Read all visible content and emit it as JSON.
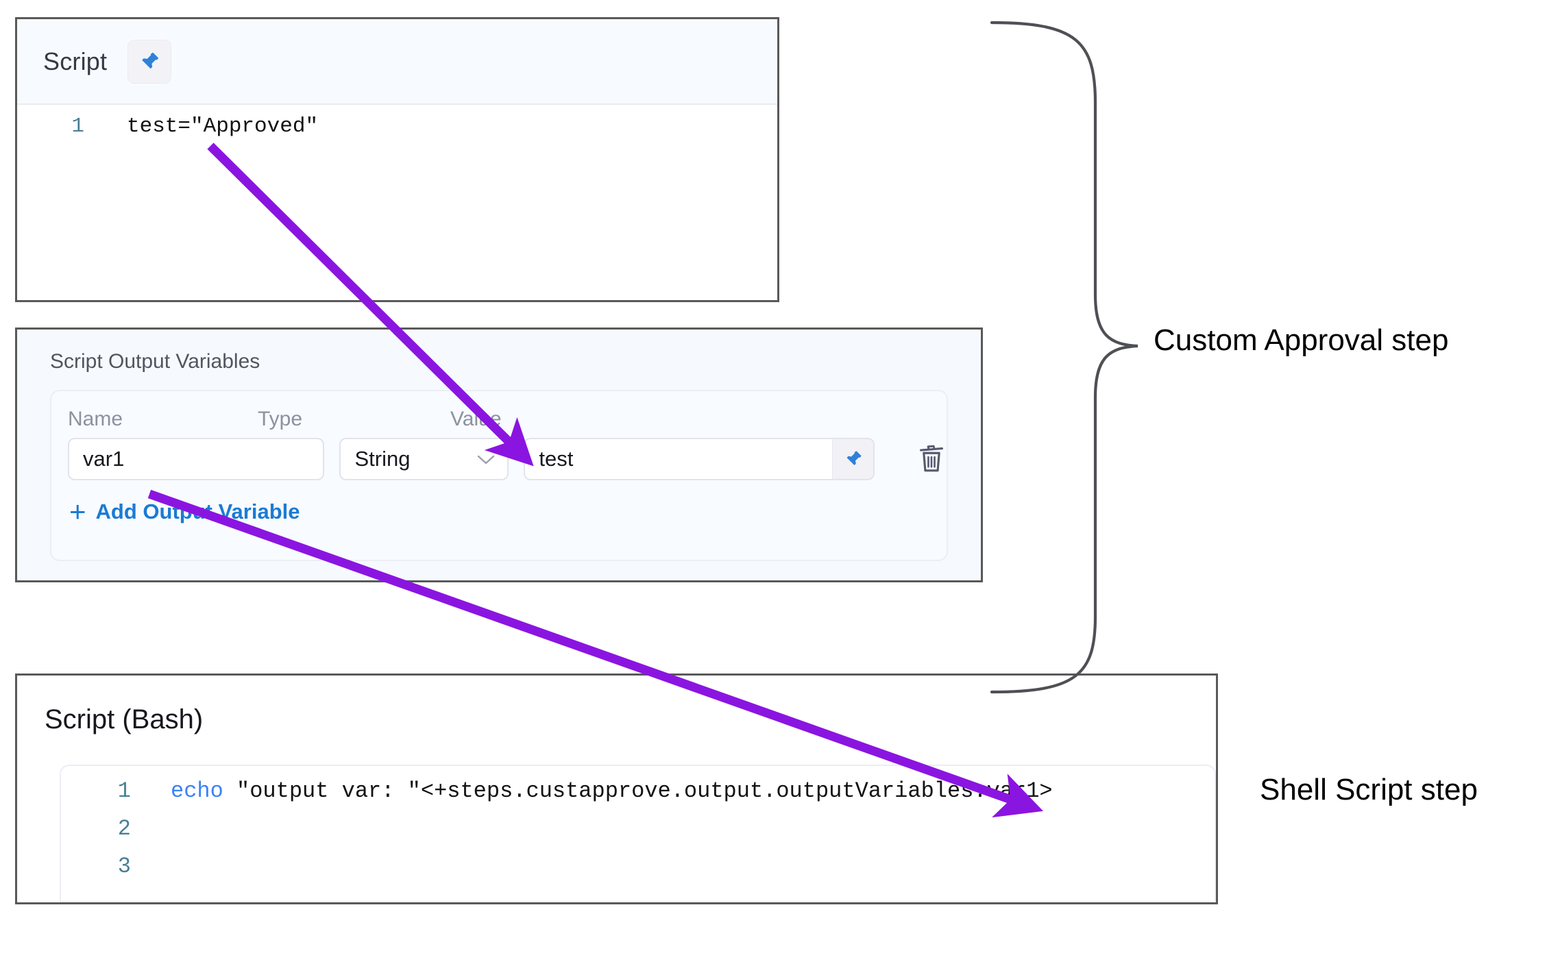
{
  "script_panel": {
    "title": "Script",
    "pin_icon": "pin-icon",
    "code": {
      "lines": [
        {
          "number": "1",
          "text": "test=\"Approved\""
        }
      ]
    }
  },
  "output_variables_panel": {
    "title": "Script Output Variables",
    "columns": {
      "name": "Name",
      "type": "Type",
      "value": "Value"
    },
    "rows": [
      {
        "name": "var1",
        "type": "String",
        "type_chevron_icon": "chevron-down-icon",
        "value": "test",
        "pin_icon": "pin-icon",
        "delete_icon": "trash-icon"
      }
    ],
    "add_variable": {
      "plus": "+",
      "label": "Add Output Variable"
    }
  },
  "bash_panel": {
    "title": "Script (Bash)",
    "code": {
      "lines": [
        {
          "number": "1",
          "keyword": "echo",
          "text": " \"output var: \"<+steps.custapprove.output.outputVariables.var1>"
        },
        {
          "number": "2",
          "keyword": "",
          "text": ""
        },
        {
          "number": "3",
          "keyword": "",
          "text": ""
        }
      ]
    }
  },
  "annotations": {
    "custom_approval_label": "Custom Approval step",
    "shell_script_label": "Shell Script step",
    "arrow_color": "#8b15e0",
    "brace_color": "#4f5055",
    "arrows": [
      {
        "name": "script-to-value",
        "from": "test=\"Approved\"",
        "to": "Value field"
      },
      {
        "name": "var1-to-expression",
        "from": "var1",
        "to": "outputVariables.var1"
      }
    ]
  }
}
